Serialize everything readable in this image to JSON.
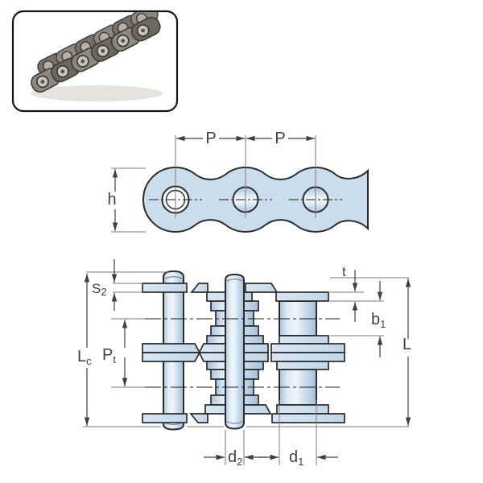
{
  "inset": {
    "icon": "duplex-roller-chain-photo"
  },
  "side_view": {
    "pitch_label_1": "P",
    "pitch_label_2": "P",
    "plate_height_label": "h"
  },
  "front_view": {
    "s2": {
      "base": "S",
      "sub": "2"
    },
    "lc": {
      "base": "L",
      "sub": "c"
    },
    "pt": {
      "base": "P",
      "sub": "t"
    },
    "thickness_label": "t",
    "b1": {
      "base": "b",
      "sub": "1"
    },
    "overall_width_label": "L",
    "d2": {
      "base": "d",
      "sub": "2"
    },
    "d1": {
      "base": "d",
      "sub": "1"
    }
  },
  "colors": {
    "background": "#ffffff",
    "plate_fill": "#cbdcec",
    "outline": "#2b2b2b",
    "dimension": "#3f3f3f",
    "extension": "#7a7a7a",
    "centerline": "#1c1c1c",
    "photo_border": "#161616",
    "photo_chain_dark": "#55504b",
    "photo_chain_mid": "#837d76",
    "photo_chain_light": "#b5afa7"
  }
}
